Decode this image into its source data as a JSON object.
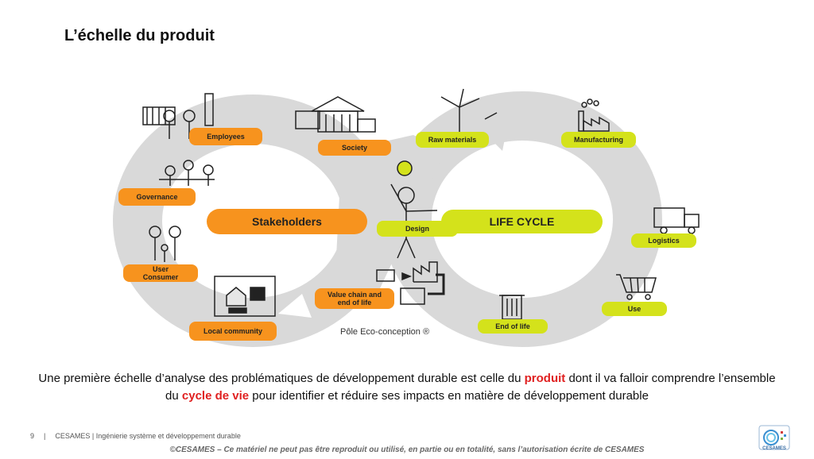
{
  "title": "L’échelle du produit",
  "diagram": {
    "left_center": "Stakeholders",
    "right_center": "LIFE CYCLE",
    "stakeholders": {
      "employees": "Employees",
      "society": "Society",
      "governance": "Governance",
      "user_consumer": "User Consumer",
      "local_community": "Local community",
      "value_chain": "Value chain and end of life"
    },
    "life_cycle": {
      "raw_materials": "Raw materials",
      "manufacturing": "Manufacturing",
      "design": "Design",
      "logistics": "Logistics",
      "use": "Use",
      "end_of_life": "End of life"
    },
    "credit": "Pôle Eco-conception ®",
    "colors": {
      "orange": "#f7931e",
      "green": "#d4e21b",
      "loop": "#d9d9d9"
    }
  },
  "caption": {
    "part1": "Une première échelle d’analyse des problématiques de développement durable est celle du ",
    "highlight1": "produit",
    "part2": " dont il va falloir comprendre l’ensemble du ",
    "highlight2": "cycle de vie",
    "part3": " pour identifier et réduire ses impacts en matière de développement durable"
  },
  "footer": {
    "page_number": "9",
    "separator": "|",
    "text": "CESAMES | Ingénierie système et développement durable",
    "copyright": "©CESAMES – Ce matériel ne peut pas être reproduit ou utilisé, en partie ou en totalité, sans l’autorisation écrite de CESAMES",
    "logo_text": "CESAMES"
  }
}
